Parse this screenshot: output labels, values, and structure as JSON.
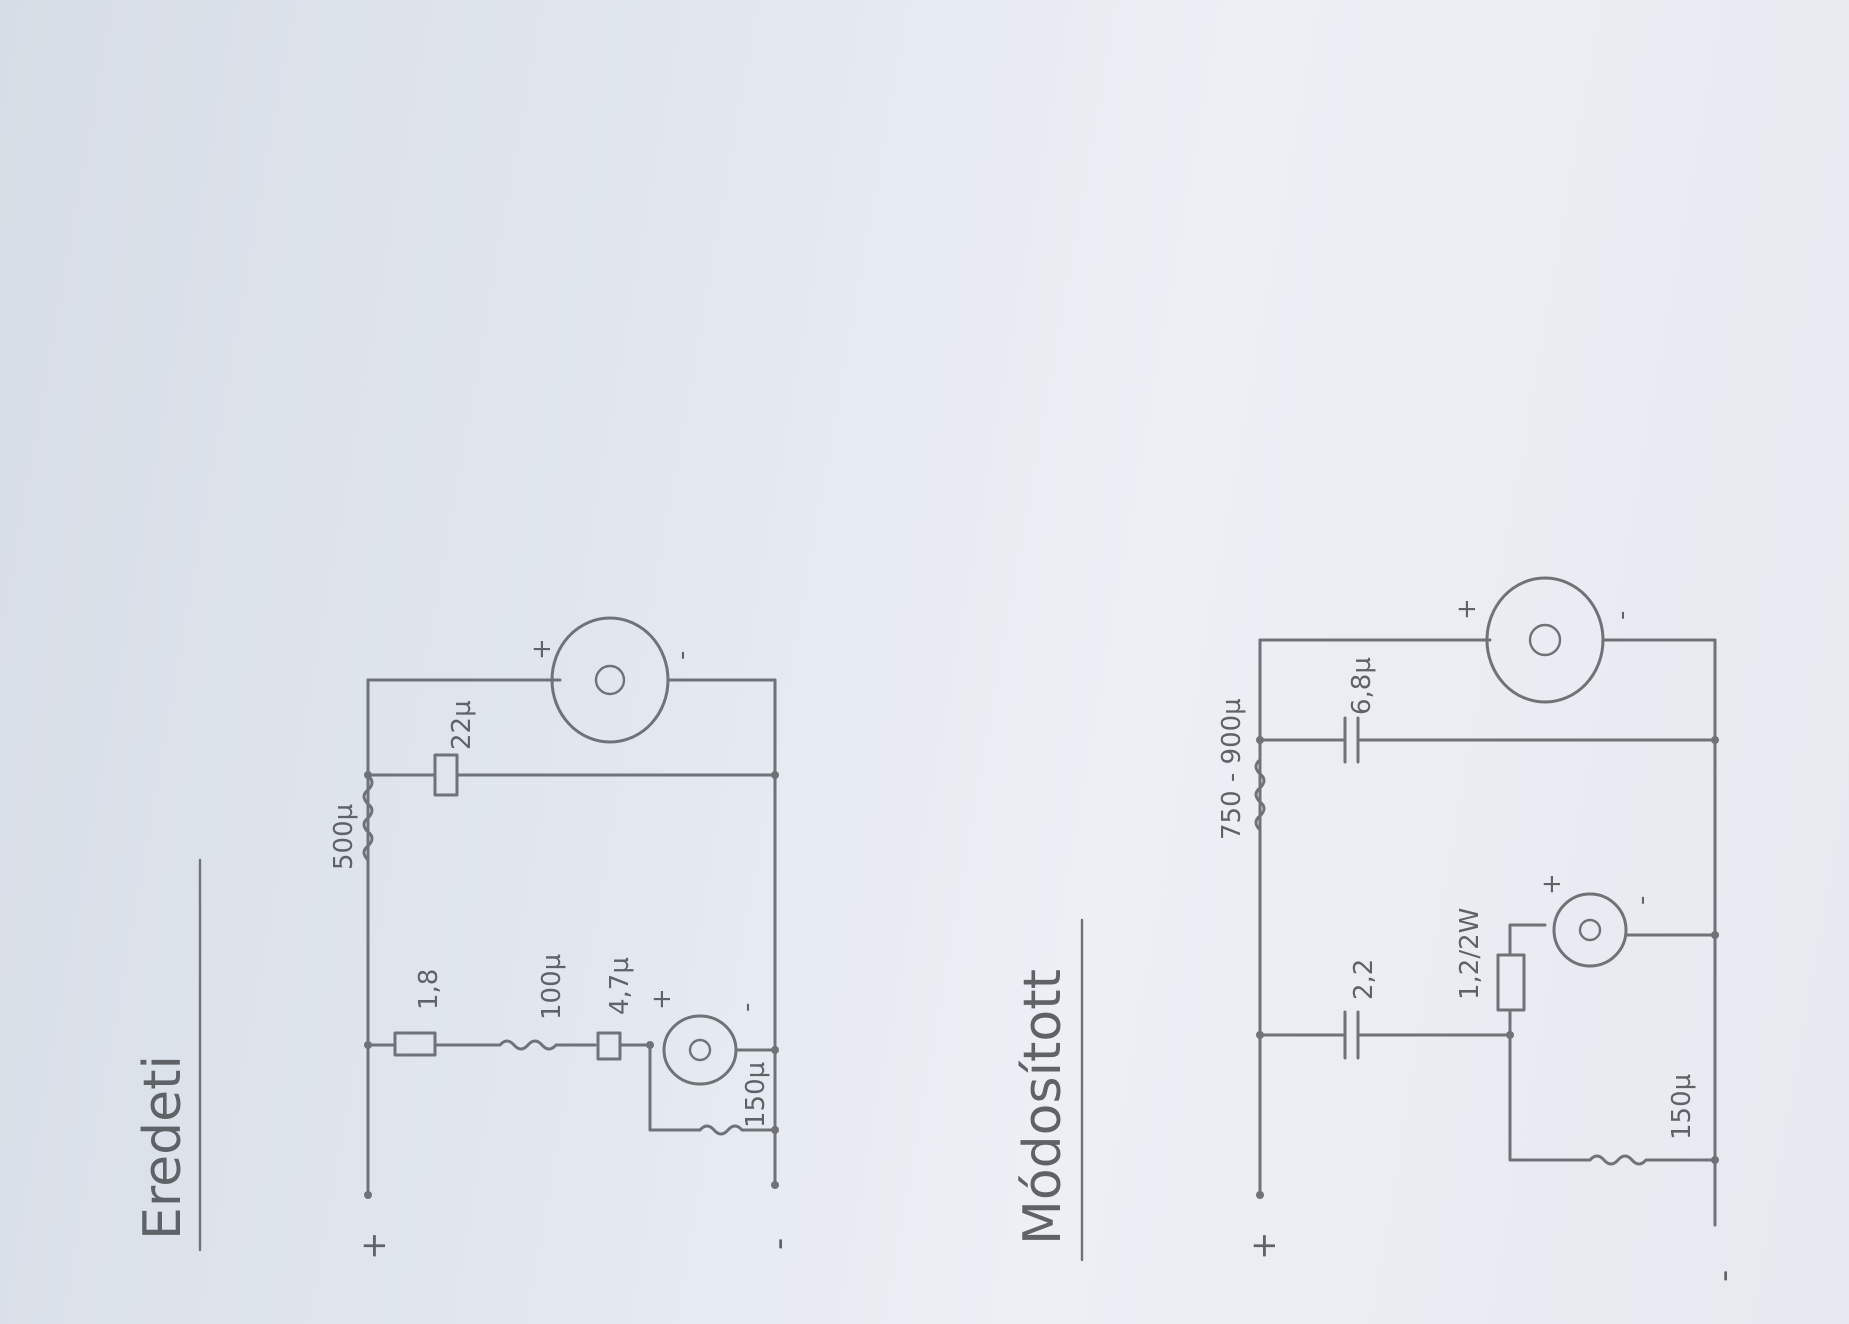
{
  "top": {
    "title": "Eredeti",
    "plus": "+",
    "minus": "-",
    "l1": "500µ",
    "c1": "22µ",
    "r1": "1,8",
    "l2": "100µ",
    "c2": "4,7µ",
    "l3": "150µ"
  },
  "bottom": {
    "title": "Módosított",
    "plus": "+",
    "minus": "-",
    "l1": "750 - 900µ",
    "c1": "6,8µ",
    "c2": "2,2",
    "r1": "1,2/2W",
    "l2": "150µ"
  }
}
